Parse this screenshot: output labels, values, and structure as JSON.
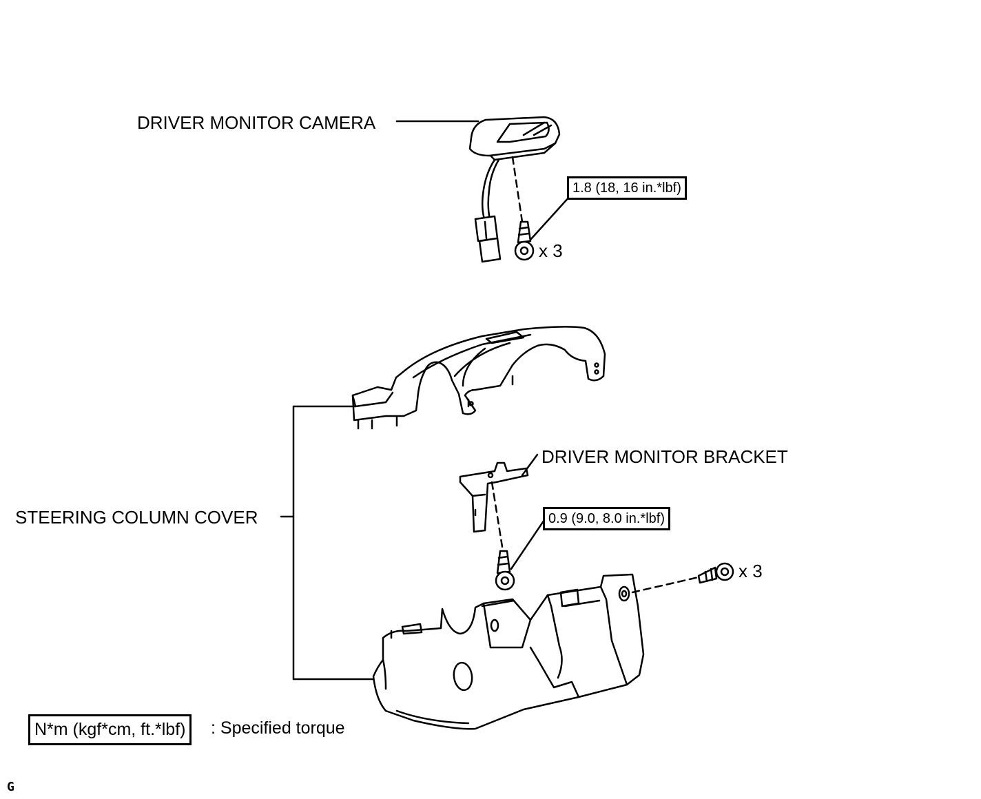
{
  "labels": {
    "camera": "DRIVER MONITOR CAMERA",
    "bracket": "DRIVER MONITOR BRACKET",
    "cover": "STEERING COLUMN COVER"
  },
  "torque": {
    "camera_screw": "1.8 (18, 16 in.*lbf)",
    "bracket_screw": "0.9 (9.0, 8.0 in.*lbf)"
  },
  "quantities": {
    "camera_screws": "x 3",
    "cover_screws": "x 3"
  },
  "legend": {
    "unit_box": "N*m (kgf*cm, ft.*lbf)",
    "meaning": ": Specified torque"
  },
  "corner_mark": "G"
}
